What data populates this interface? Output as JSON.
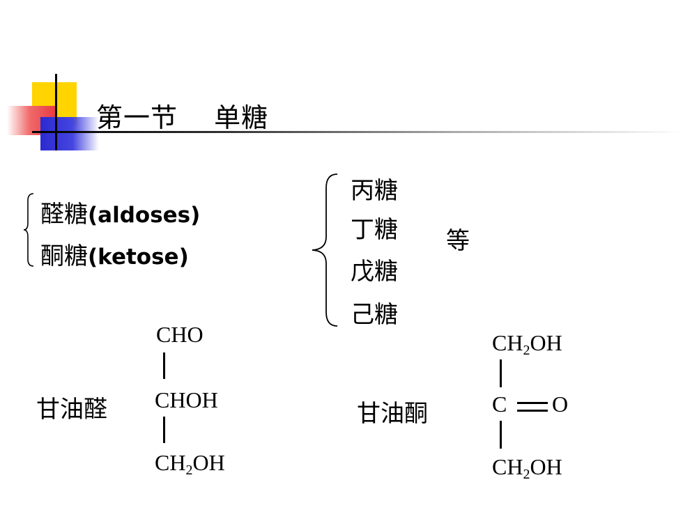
{
  "slide": {
    "title": "第一节　 单糖",
    "aldose_zh": "醛糖",
    "aldose_en": "(aldoses)",
    "ketose_zh": "酮糖",
    "ketose_en": "(ketose)",
    "carbon_types": [
      "丙糖",
      "丁糖",
      "戊糖",
      "己糖"
    ],
    "etc": "等",
    "glyceraldehyde": {
      "name": "甘油醛",
      "top": "CHO",
      "middle": "CHOH",
      "bottom_prefix": "CH",
      "bottom_sub": "2",
      "bottom_suffix": "OH"
    },
    "dihydroxyacetone": {
      "name": "甘油酮",
      "top_prefix": "CH",
      "top_sub": "2",
      "top_suffix": "OH",
      "carbon": "C",
      "oxygen": "O",
      "bottom_prefix": "CH",
      "bottom_sub": "2",
      "bottom_suffix": "OH"
    }
  },
  "colors": {
    "logo_yellow": "#ffd400",
    "logo_red": "#e8383e",
    "logo_blue": "#2a2ad0"
  }
}
